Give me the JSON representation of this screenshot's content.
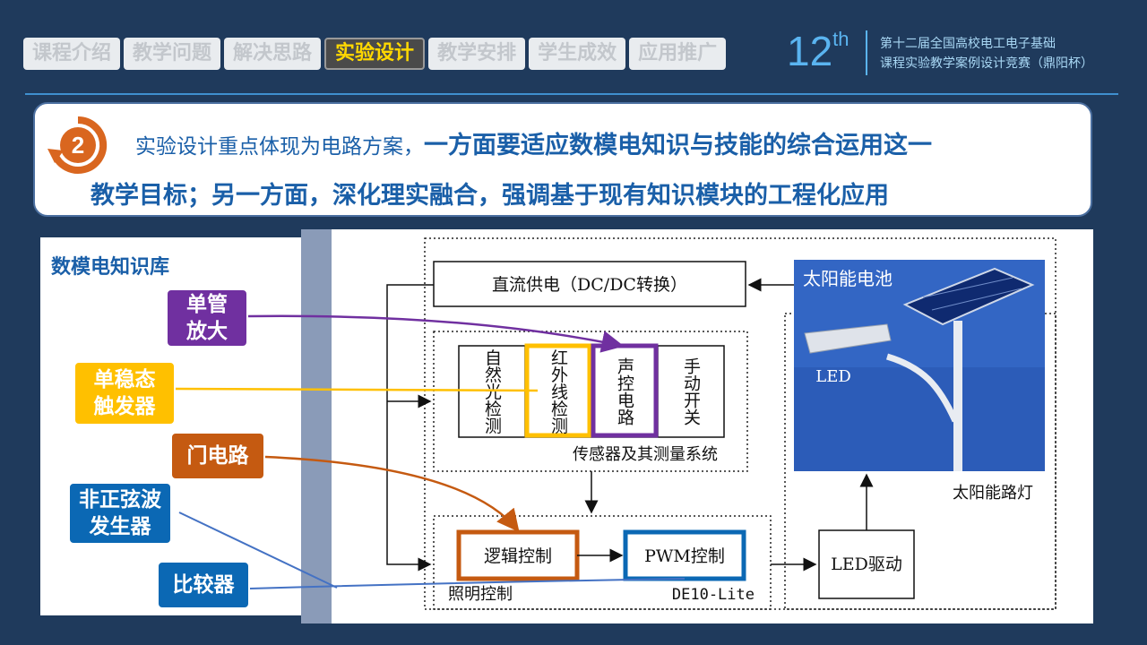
{
  "tabs": [
    {
      "label": "课程介绍",
      "active": false
    },
    {
      "label": "教学问题",
      "active": false
    },
    {
      "label": "解决思路",
      "active": false
    },
    {
      "label": "实验设计",
      "active": true
    },
    {
      "label": "教学安排",
      "active": false
    },
    {
      "label": "学生成效",
      "active": false
    },
    {
      "label": "应用推广",
      "active": false
    }
  ],
  "badge": {
    "number": "12",
    "sup": "th",
    "line1": "第十二届全国高校电工电子基础",
    "line2": "课程实验教学案例设计竞赛（鼎阳杯）"
  },
  "banner": {
    "step": "2",
    "intro": "实验设计重点体现为电路方案，",
    "bold1": "一方面要适应数模电知识与技能的综合运用这一",
    "bold2": "教学目标；另一方面，深化理实融合，强调基于现有知识模块的工程化应用"
  },
  "knowledge": {
    "title": "数模电知识库",
    "items": [
      {
        "line1": "单管",
        "line2": "放大"
      },
      {
        "line1": "单稳态",
        "line2": "触发器"
      },
      {
        "line1": "门电路",
        "line2": ""
      },
      {
        "line1": "非正弦波",
        "line2": "发生器"
      },
      {
        "line1": "比较器",
        "line2": ""
      }
    ]
  },
  "diagram": {
    "dc_power": "直流供电（DC/DC转换）",
    "sensors": [
      "自然光检测",
      "红外线检测",
      "声控电路",
      "手动开关"
    ],
    "sensor_group": "传感器及其测量系统",
    "logic": "逻辑控制",
    "pwm": "PWM控制",
    "lighting_group": "照明控制",
    "board": "DE10-Lite",
    "led_driver": "LED驱动",
    "solar_panel": "太阳能电池",
    "led": "LED",
    "street_lamp": "太阳能路灯"
  },
  "colors": {
    "purple": "#7030a0",
    "yellow": "#ffc000",
    "orange": "#c55a11",
    "blue": "#0b68b4",
    "accent": "#1a5fa8"
  }
}
